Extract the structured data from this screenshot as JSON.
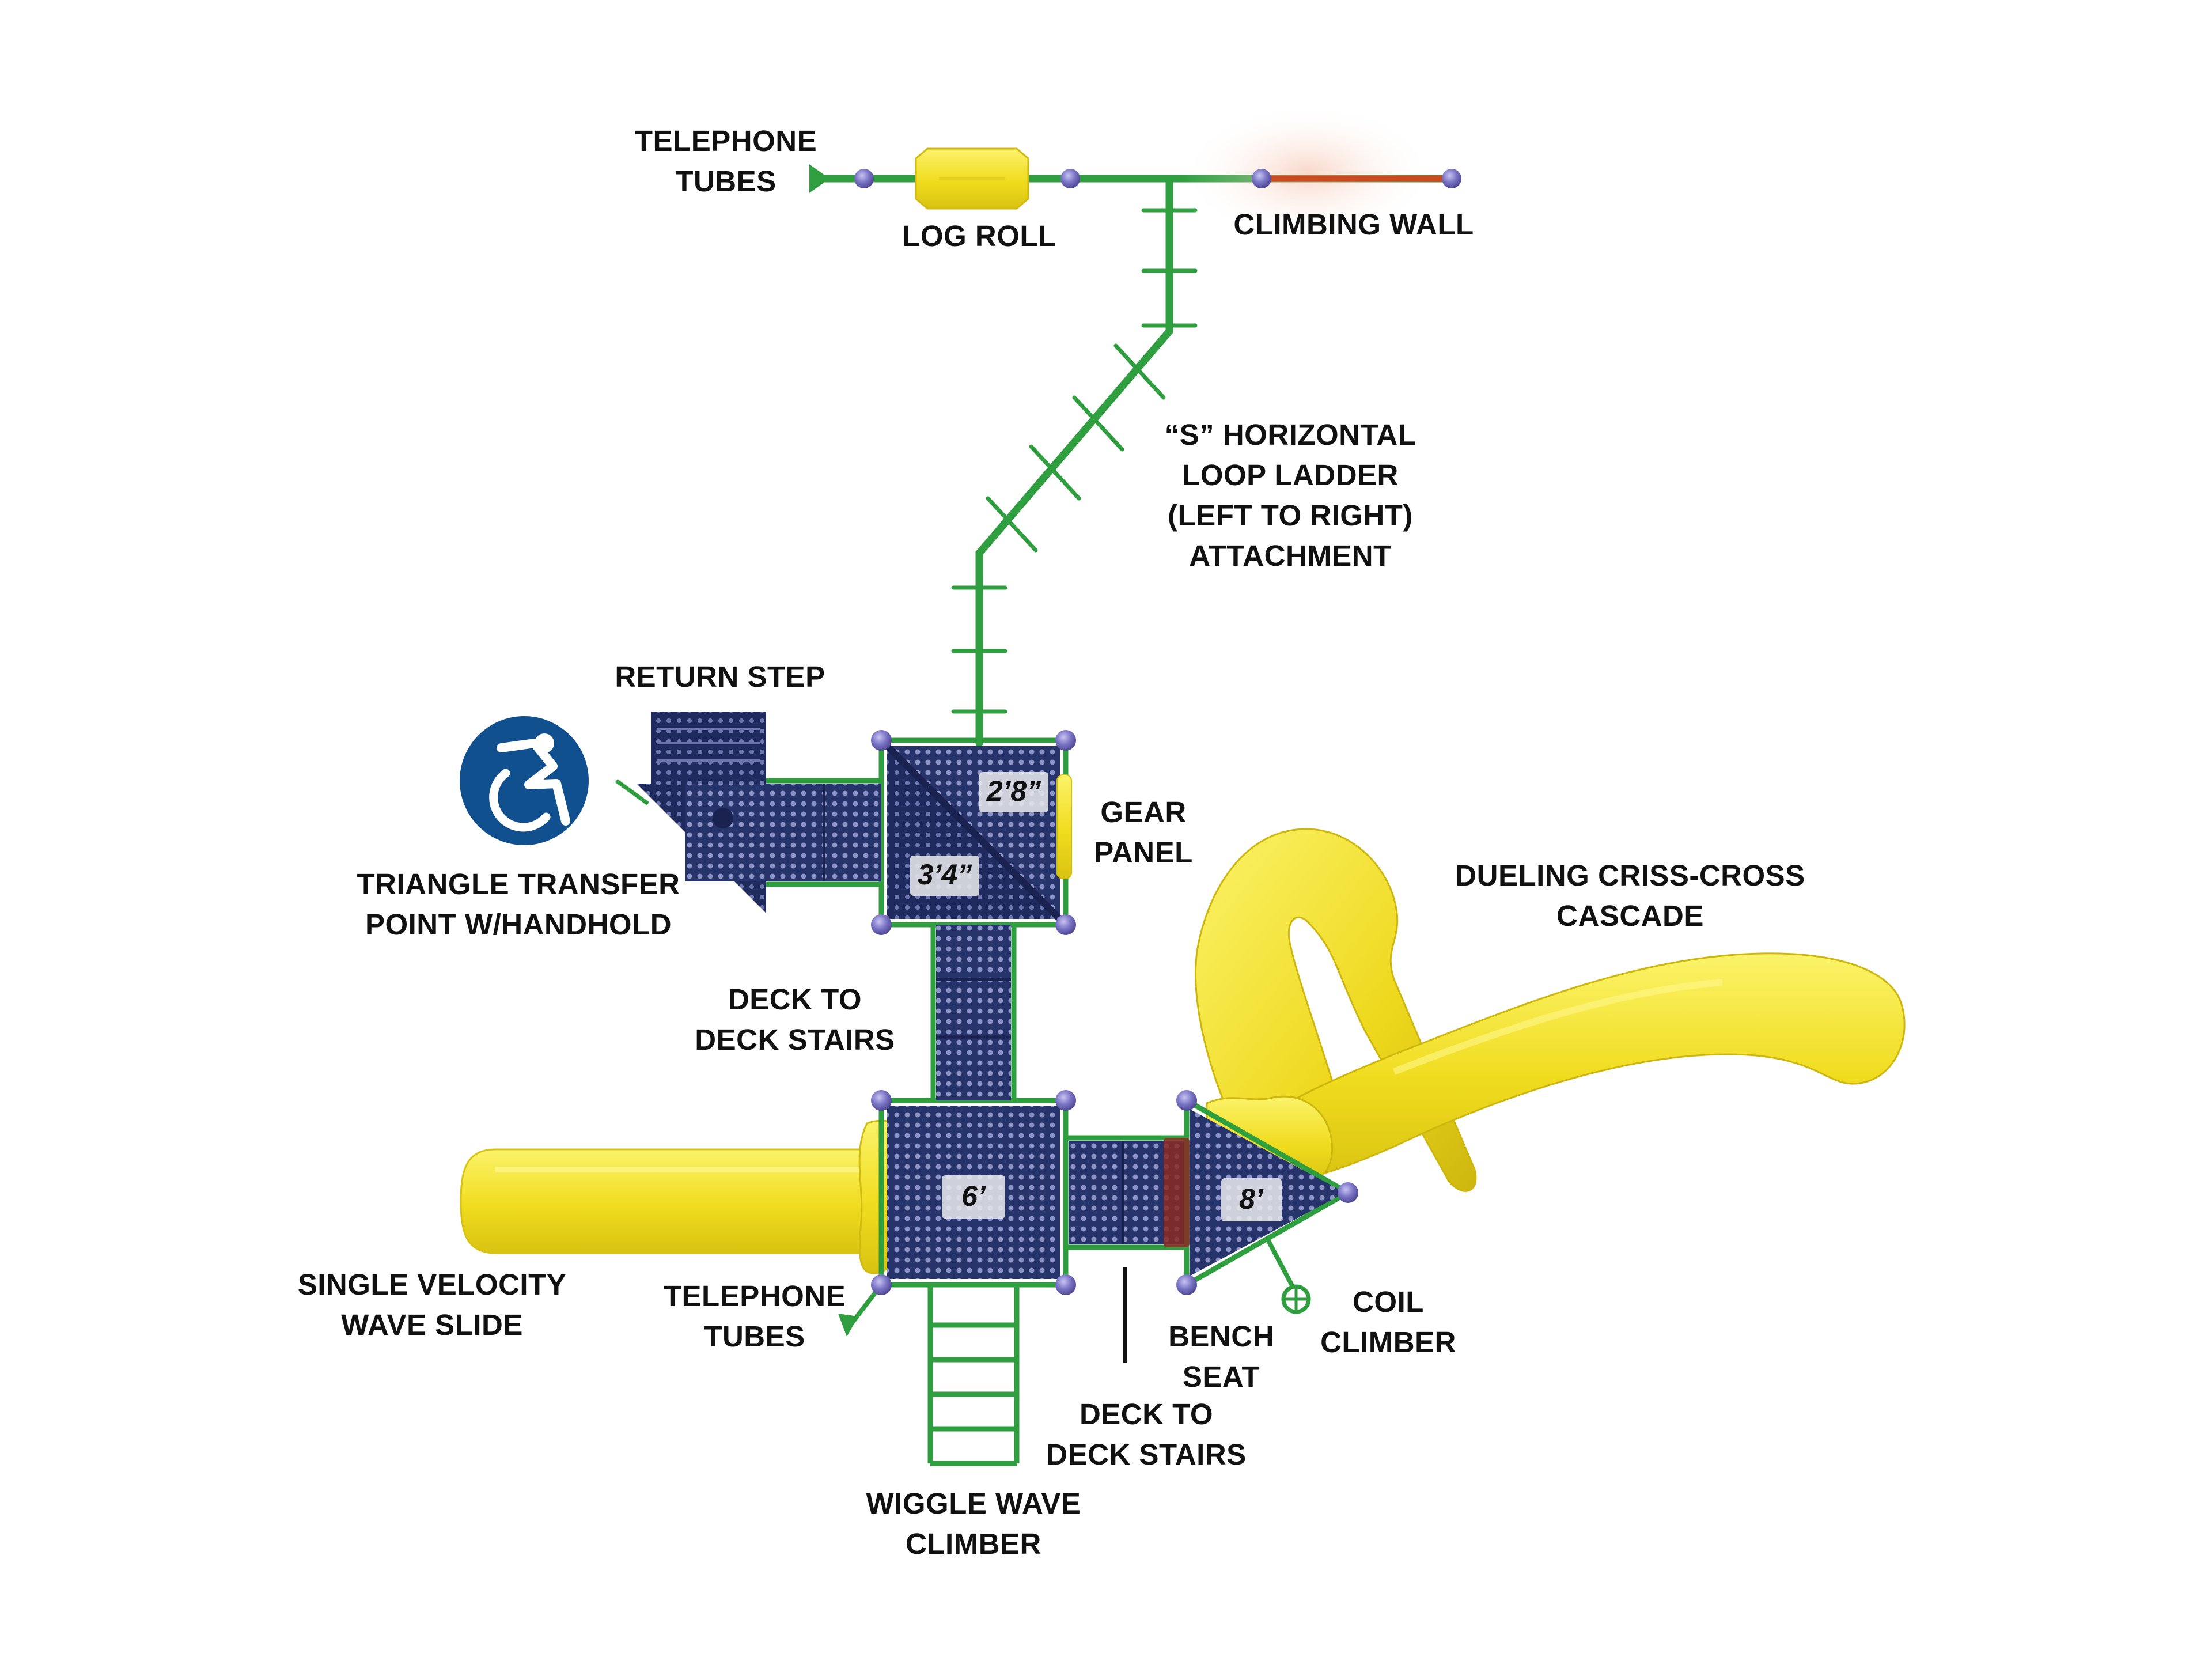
{
  "labels": {
    "telephone_tubes_top": "TELEPHONE\nTUBES",
    "log_roll": "LOG ROLL",
    "climbing_wall": "CLIMBING WALL",
    "loop_ladder": "“S” HORIZONTAL\nLOOP LADDER\n(LEFT TO RIGHT)\nATTACHMENT",
    "return_step": "RETURN STEP",
    "triangle_transfer": "TRIANGLE TRANSFER\nPOINT W/HANDHOLD",
    "gear_panel": "GEAR\nPANEL",
    "dueling_cascade": "DUELING CRISS-CROSS\nCASCADE",
    "deck_stairs_upper": "DECK TO\nDECK STAIRS",
    "single_velocity": "SINGLE VELOCITY\nWAVE SLIDE",
    "telephone_tubes_bottom": "TELEPHONE\nTUBES",
    "bench_seat": "BENCH\nSEAT",
    "coil_climber": "COIL\nCLIMBER",
    "deck_stairs_lower": "DECK TO\nDECK STAIRS",
    "wiggle_wave": "WIGGLE WAVE\nCLIMBER"
  },
  "deck_heights": {
    "upper_right": "2’8”",
    "upper_left": "3’4”",
    "main": "6’",
    "right": "8’"
  },
  "icons": {
    "accessibility": "accessibility-wheelchair-icon"
  },
  "colors": {
    "steel_green": "#2e9e3e",
    "deck_navy": "#27336b",
    "slide_yellow": "#f3e22c",
    "post_purple": "#7a74c4",
    "climb_wall_orange": "#c94a1e",
    "accessibility_blue": "#11508e"
  }
}
